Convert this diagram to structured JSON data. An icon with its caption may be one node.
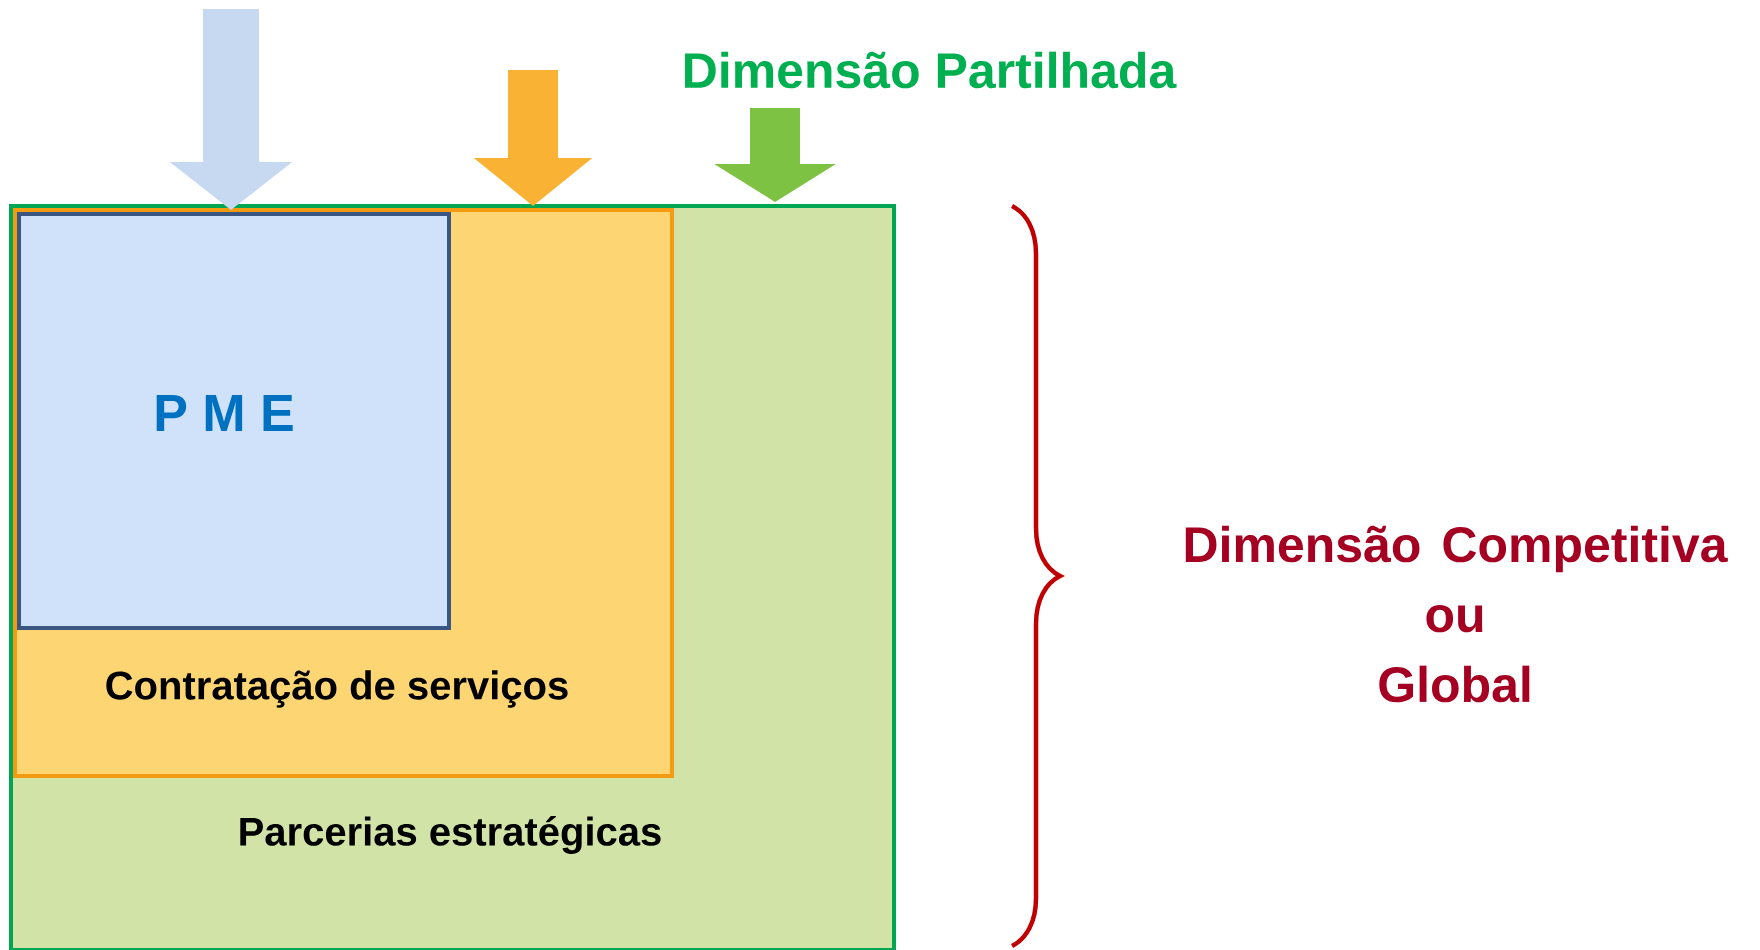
{
  "diagram": {
    "nodes": [
      {
        "text": [
          "Parcerias estratégicas"
        ]
      },
      {
        "text": [
          "Contratação de serviços"
        ],
        "in": 0
      },
      {
        "text": [
          "P M E"
        ],
        "in": 1
      }
    ],
    "edges": [
      {
        "from": null,
        "to": 2,
        "arrow": "to",
        "color": "#c6d9f1"
      },
      {
        "from": null,
        "to": 1,
        "arrow": "to",
        "color": "#f9b233"
      },
      {
        "from": null,
        "to": 0,
        "arrow": "to",
        "color": "#7dc242"
      }
    ],
    "labels": [
      "Dimensão Partilhada",
      "Dimensão Competitiva ou Global"
    ]
  }
}
